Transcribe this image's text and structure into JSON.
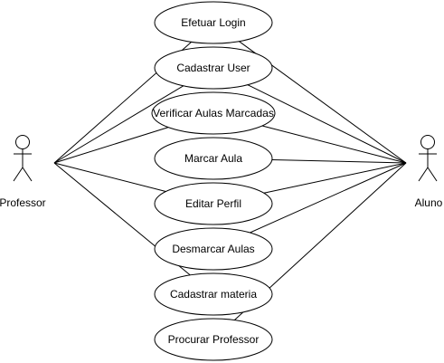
{
  "diagram": {
    "actors": {
      "professor": {
        "label": "Professor"
      },
      "aluno": {
        "label": "Aluno"
      }
    },
    "use_cases": [
      {
        "label": "Efetuar Login"
      },
      {
        "label": "Cadastrar User"
      },
      {
        "label": "Verificar Aulas Marcadas"
      },
      {
        "label": "Marcar Aula"
      },
      {
        "label": "Editar Perfil"
      },
      {
        "label": "Desmarcar Aulas"
      },
      {
        "label": "Cadastrar materia"
      },
      {
        "label": "Procurar Professor"
      }
    ],
    "associations": [
      {
        "actor": "professor",
        "use_case": 0
      },
      {
        "actor": "professor",
        "use_case": 1
      },
      {
        "actor": "professor",
        "use_case": 2
      },
      {
        "actor": "professor",
        "use_case": 4
      },
      {
        "actor": "professor",
        "use_case": 6
      },
      {
        "actor": "aluno",
        "use_case": 0
      },
      {
        "actor": "aluno",
        "use_case": 1
      },
      {
        "actor": "aluno",
        "use_case": 2
      },
      {
        "actor": "aluno",
        "use_case": 3
      },
      {
        "actor": "aluno",
        "use_case": 4
      },
      {
        "actor": "aluno",
        "use_case": 5
      },
      {
        "actor": "aluno",
        "use_case": 7
      }
    ]
  }
}
